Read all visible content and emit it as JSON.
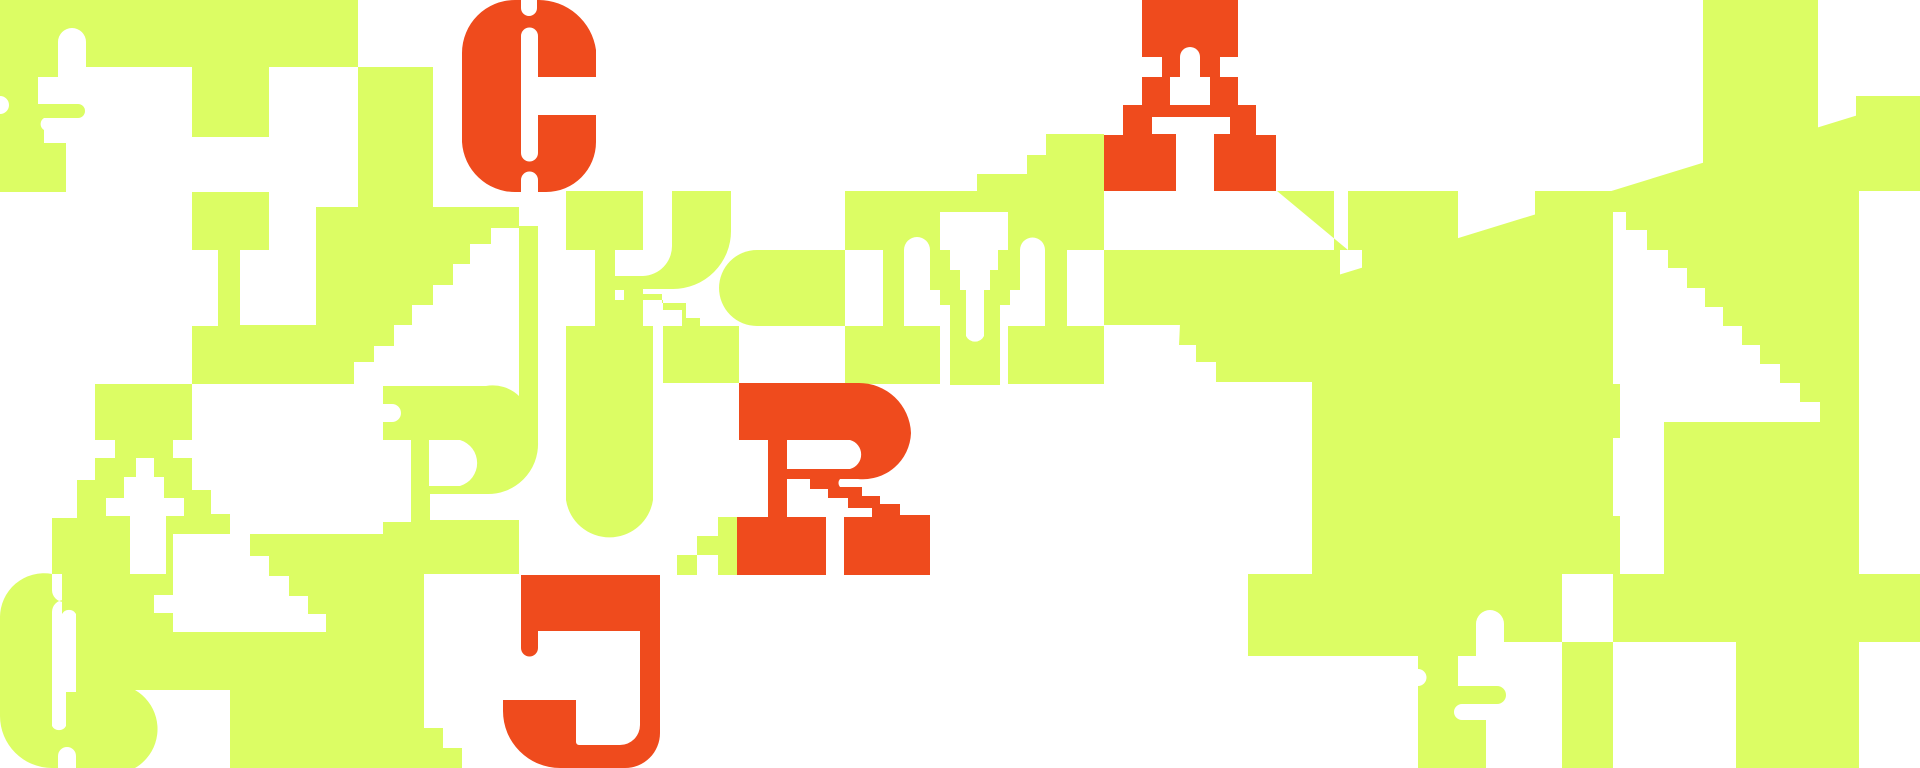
{
  "artwork": {
    "colors": {
      "background": "#ffffff",
      "lime": "#dcfd64",
      "orange": "#ef4b1d"
    },
    "letters": [
      "C",
      "A",
      "R",
      "J"
    ]
  }
}
